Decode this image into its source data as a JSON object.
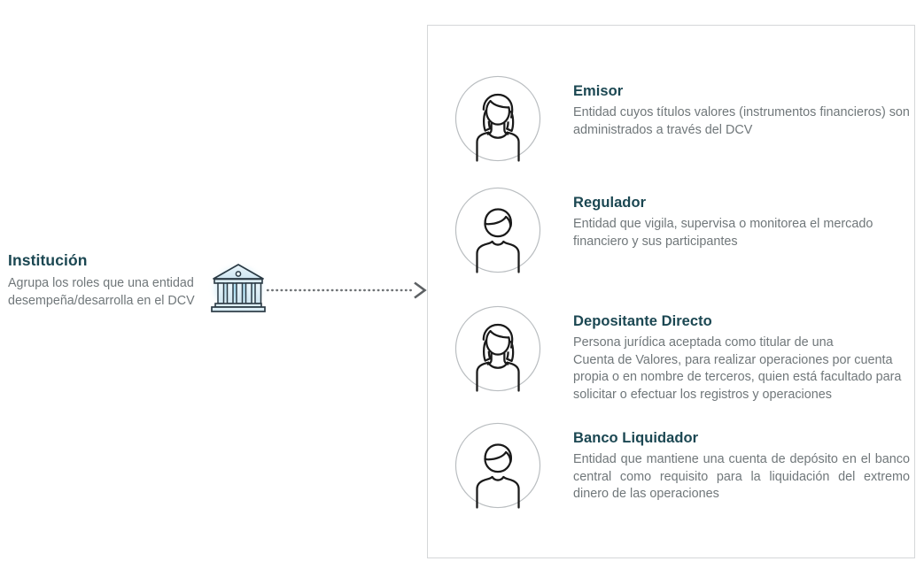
{
  "concept": {
    "title": "Institución",
    "description": "Agrupa los roles que una entidad desempeña/desarrolla en el DCV",
    "icon": "bank-icon",
    "title_color": "#1b4752",
    "text_color": "#70777a",
    "glow_color": "#86cfeb"
  },
  "connector": {
    "icon": "dotted-arrow-right-icon",
    "color": "#6f7376",
    "style": "dotted"
  },
  "panel": {
    "border_color": "#d5d7d9",
    "background": "#ffffff",
    "roles": [
      {
        "avatar": "avatar-female-icon",
        "title": "Emisor",
        "description": "Entidad cuyos títulos valores (instrumentos financieros) son administrados a través del DCV",
        "description_line_1": "",
        "description_rest": ""
      },
      {
        "avatar": "avatar-male-icon",
        "title": "Regulador",
        "description": "Entidad que vigila, supervisa o monitorea el mercado financiero y sus participantes",
        "description_line_1": "",
        "description_rest": ""
      },
      {
        "avatar": "avatar-female-icon",
        "title": "Depositante Directo",
        "description": "Persona jurídica aceptada como titular de una Cuenta de Valores, para realizar operaciones por cuenta propia o en nombre de terceros, quien está facultado para solicitar o efectuar los registros y operaciones",
        "description_line_1": "Persona jurídica aceptada como titular de una",
        "description_rest": "Cuenta de Valores, para realizar operaciones por cuenta propia o en nombre de terceros, quien está facultado para solicitar o efectuar los registros y operaciones"
      },
      {
        "avatar": "avatar-male-icon",
        "title": "Banco Liquidador",
        "description": "Entidad que mantiene una cuenta de depósito en el banco central como requisito para la liquidación del extremo dinero de las operaciones",
        "description_line_1": "",
        "description_rest": ""
      }
    ]
  }
}
